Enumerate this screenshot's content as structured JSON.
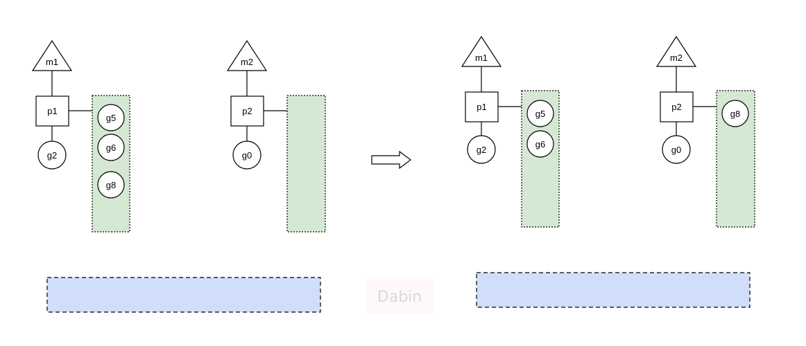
{
  "left": {
    "machines": [
      {
        "m": "m1",
        "p": "p1",
        "g": "g2",
        "local_queue": [
          "g5",
          "g6",
          "g8"
        ]
      },
      {
        "m": "m2",
        "p": "p2",
        "g": "g0",
        "local_queue": []
      }
    ]
  },
  "right": {
    "machines": [
      {
        "m": "m1",
        "p": "p1",
        "g": "g2",
        "local_queue": [
          "g5",
          "g6"
        ]
      },
      {
        "m": "m2",
        "p": "p2",
        "g": "g0",
        "local_queue": [
          "g8"
        ]
      }
    ]
  },
  "watermark": "Dabin",
  "colors": {
    "queue_fill": "#d5e8d4",
    "global_queue_fill": "#d0defa",
    "stroke": "#000000",
    "watermark_bg": "#fff8f8"
  }
}
